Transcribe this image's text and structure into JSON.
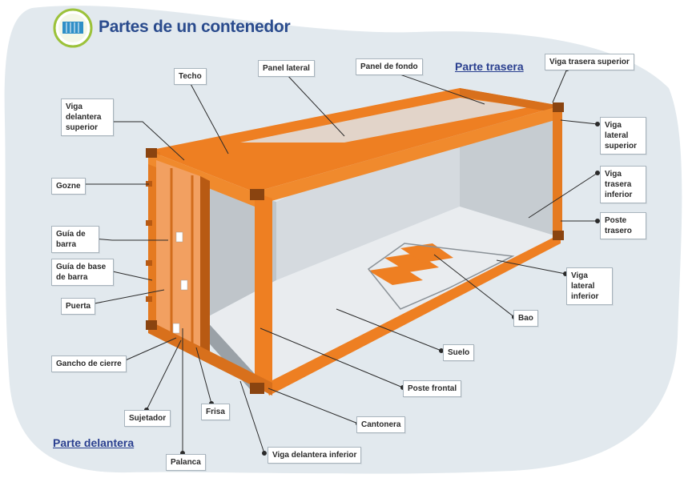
{
  "title": "Partes de un contenedor",
  "rear_heading": "Parte trasera",
  "front_heading": "Parte delantera",
  "icon": "container-icon",
  "colors": {
    "accent": "#ee7f22",
    "accent_dark": "#b85a13",
    "title": "#2a4b8d",
    "background_blob": "#e2e9ee",
    "interior": "#cfd5da"
  },
  "labels": {
    "techo": "Techo",
    "panel_lateral": "Panel lateral",
    "panel_fondo": "Panel de fondo",
    "viga_trasera_superior": "Viga trasera superior",
    "viga_delantera_superior": "Viga delantera superior",
    "viga_lateral_superior": "Viga lateral superior",
    "gozne": "Gozne",
    "viga_trasera_inferior": "Viga trasera inferior",
    "poste_trasero": "Poste trasero",
    "guia_barra": "Guía de barra",
    "guia_base_barra": "Guía de base de barra",
    "viga_lateral_inferior": "Viga lateral inferior",
    "puerta": "Puerta",
    "bao": "Bao",
    "suelo": "Suelo",
    "gancho_cierre": "Gancho de cierre",
    "poste_frontal": "Poste frontal",
    "frisa": "Frisa",
    "sujetador": "Sujetador",
    "cantonera": "Cantonera",
    "viga_delantera_inferior": "Viga delantera inferior",
    "palanca": "Palanca"
  }
}
